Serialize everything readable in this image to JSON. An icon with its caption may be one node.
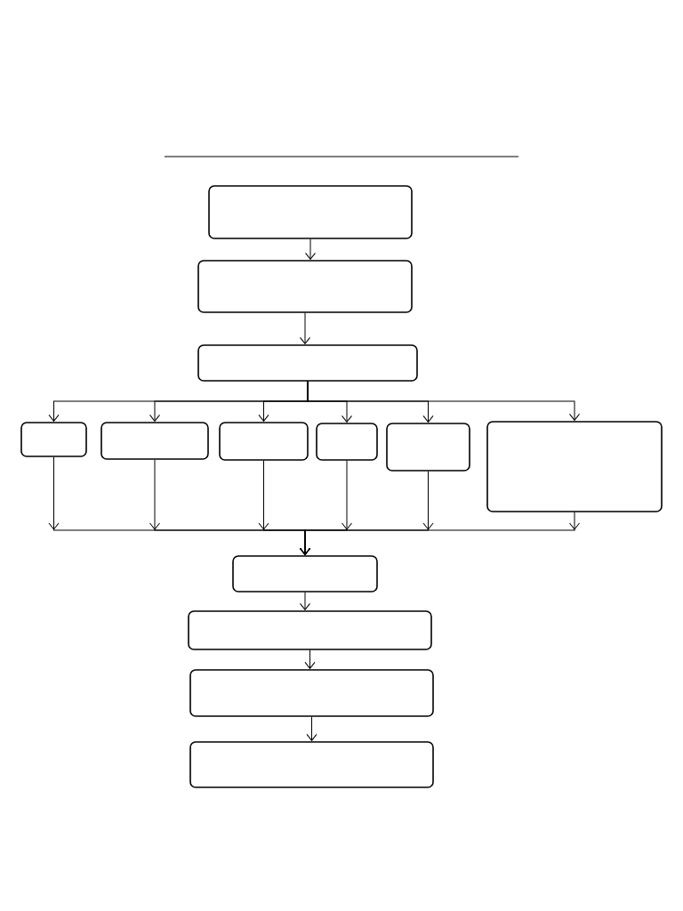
{
  "diagram": {
    "nodes": [
      {
        "text": [],
        "shape": "box"
      },
      {
        "text": [],
        "shape": "box"
      },
      {
        "text": [],
        "shape": "box"
      },
      {
        "text": [],
        "shape": "box"
      },
      {
        "text": [],
        "shape": "box"
      },
      {
        "text": [],
        "shape": "box"
      },
      {
        "text": [],
        "shape": "box"
      },
      {
        "text": [],
        "shape": "box"
      },
      {
        "text": [],
        "shape": "box"
      },
      {
        "text": [],
        "shape": "box"
      },
      {
        "text": [],
        "shape": "box"
      },
      {
        "text": [],
        "shape": "box"
      },
      {
        "text": [],
        "shape": "box"
      }
    ],
    "edges": [
      {
        "from": 0,
        "to": 1,
        "arrow": "to"
      },
      {
        "from": 1,
        "to": 2,
        "arrow": "to"
      },
      {
        "from": 2,
        "to": 3,
        "arrow": "to"
      },
      {
        "from": 2,
        "to": 4,
        "arrow": "to"
      },
      {
        "from": 2,
        "to": 5,
        "arrow": "to"
      },
      {
        "from": 2,
        "to": 6,
        "arrow": "to"
      },
      {
        "from": 2,
        "to": 7,
        "arrow": "to"
      },
      {
        "from": 2,
        "to": 8,
        "arrow": "to"
      },
      {
        "from": 3,
        "to": 9,
        "arrow": "to"
      },
      {
        "from": 4,
        "to": 9,
        "arrow": "to"
      },
      {
        "from": 5,
        "to": 9,
        "arrow": "to"
      },
      {
        "from": 6,
        "to": 9,
        "arrow": "to"
      },
      {
        "from": 7,
        "to": 9,
        "arrow": "to"
      },
      {
        "from": 8,
        "to": 9,
        "arrow": "to"
      },
      {
        "from": 9,
        "to": 10,
        "arrow": "to"
      },
      {
        "from": 10,
        "to": 11,
        "arrow": "to"
      },
      {
        "from": 11,
        "to": 12,
        "arrow": "to"
      }
    ]
  }
}
